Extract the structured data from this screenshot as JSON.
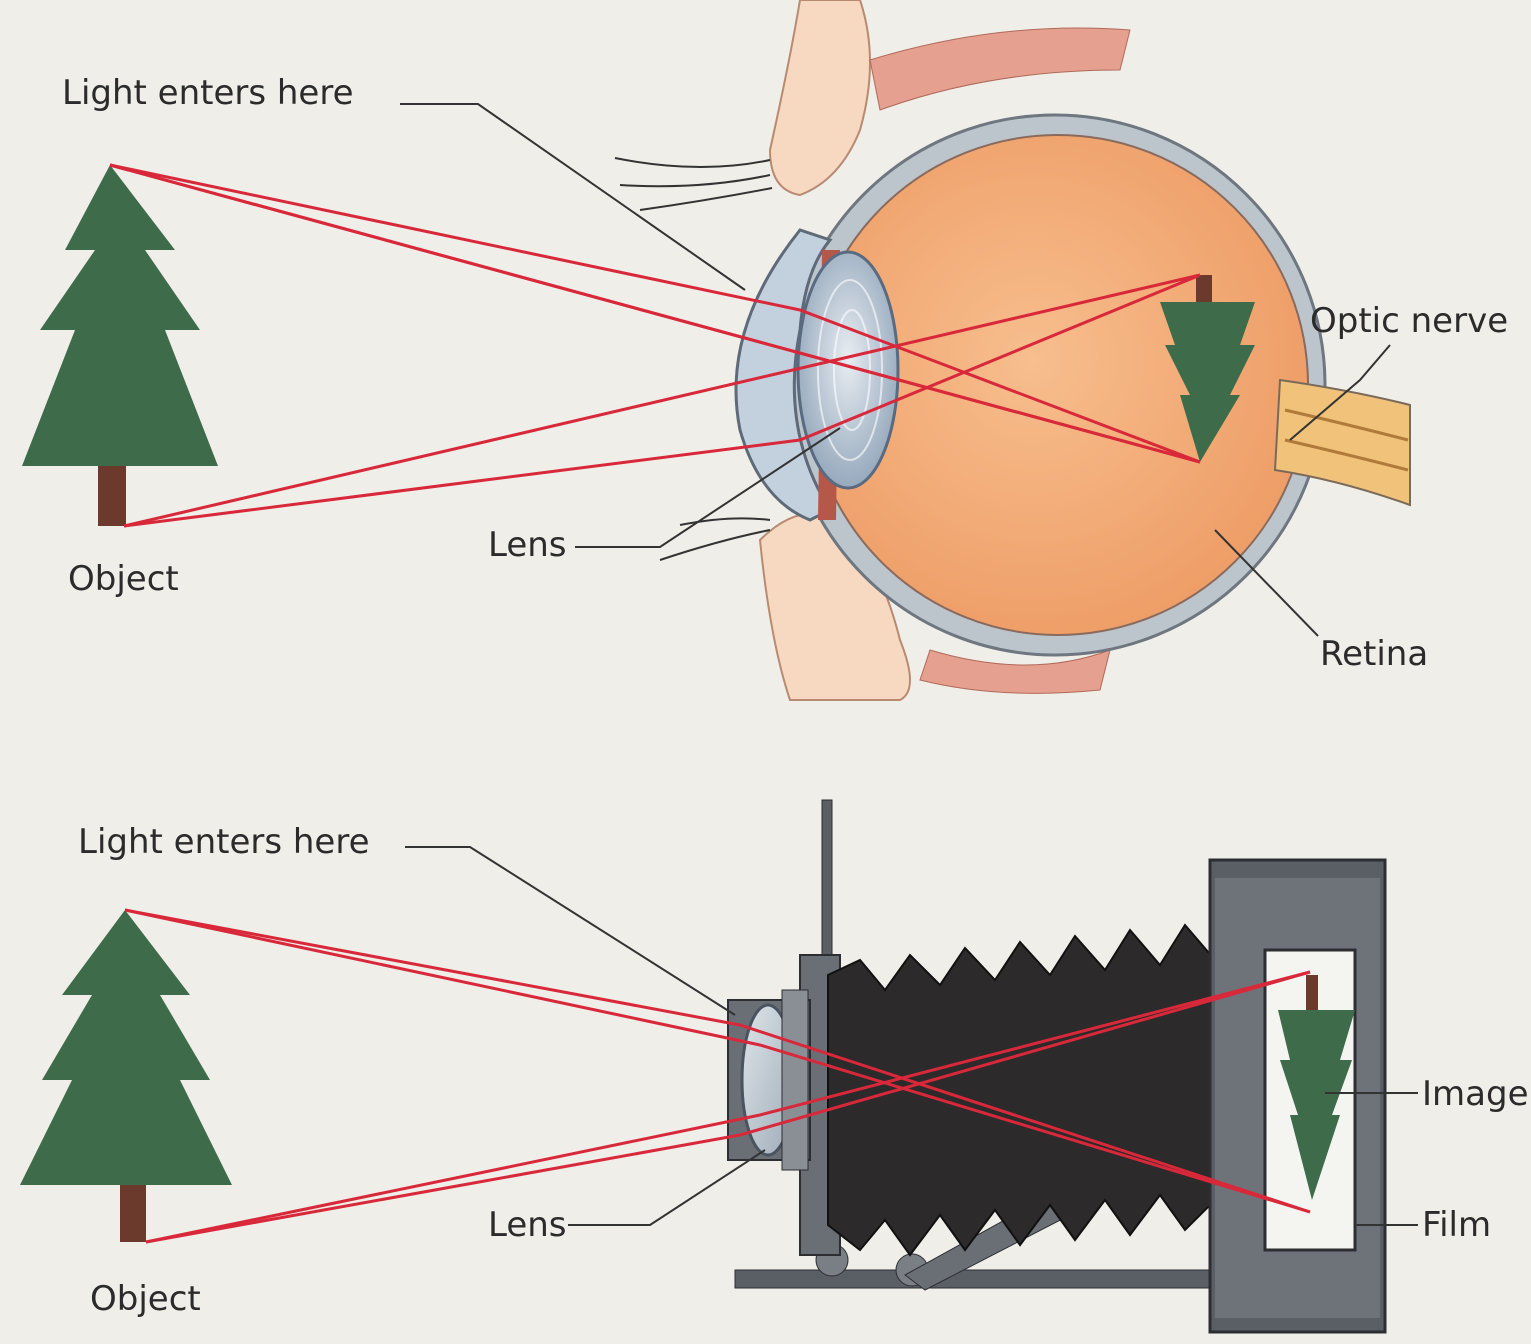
{
  "colors": {
    "background": "#efeee8",
    "ray": "#d8283a",
    "tree_green": "#3e6b4a",
    "trunk": "#6b3a2c",
    "eye_fill": "#f3ad78",
    "sclera": "#bcc4cc",
    "bellows": "#2c2a2a",
    "camera_body": "#5a5f66"
  },
  "eye": {
    "label_light_enters": "Light enters here",
    "label_lens": "Lens",
    "label_object": "Object",
    "label_optic_nerve": "Optic nerve",
    "label_retina": "Retina"
  },
  "camera": {
    "label_light_enters": "Light enters here",
    "label_lens": "Lens",
    "label_object": "Object",
    "label_image": "Image",
    "label_film": "Film"
  }
}
